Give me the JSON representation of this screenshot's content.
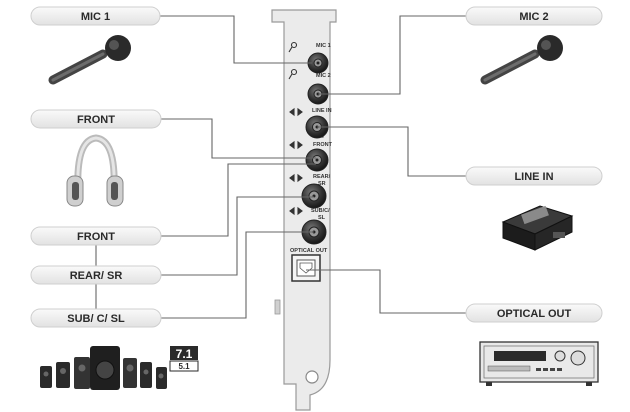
{
  "labels": {
    "mic1": "MIC 1",
    "mic2": "MIC 2",
    "front_top": "FRONT",
    "line_in": "LINE IN",
    "front_bottom": "FRONT",
    "rear_sr": "REAR/ SR",
    "sub_c_sl": "SUB/ C/ SL",
    "optical_out": "OPTICAL OUT"
  },
  "card_labels": {
    "mic1": "MIC 1",
    "mic2": "MIC 2",
    "line_in": "LINE IN",
    "front": "FRONT",
    "rear": "REAR/",
    "rear2": "SR",
    "sub": "SUB/C/",
    "sub2": "SL",
    "optical": "OPTICAL OUT"
  },
  "badge": {
    "main": "7.1",
    "sub": "5.1"
  },
  "colors": {
    "pill_fill": "#eeeeee",
    "pill_stroke": "#cfcfcf",
    "line": "#666666",
    "bracket": "#e6e6e6",
    "dark": "#2a2a2a"
  }
}
